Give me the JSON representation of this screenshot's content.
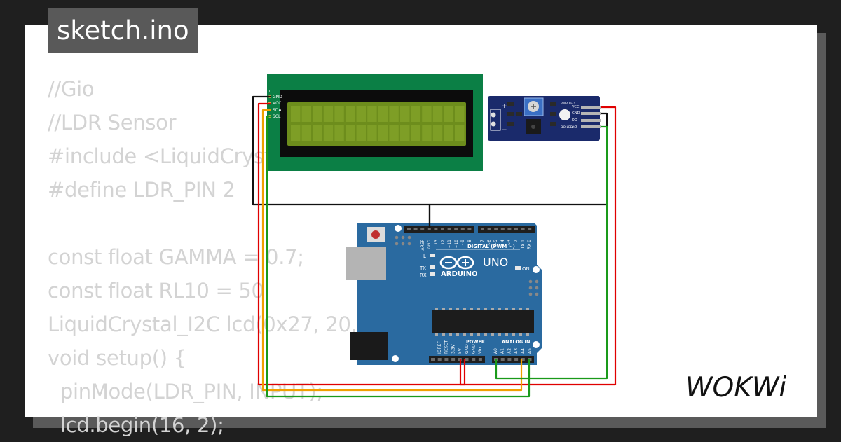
{
  "file_tab": {
    "label": "sketch.ino"
  },
  "code_lines": [
    "//Gio",
    "//LDR Sensor",
    "#include <LiquidCrystal_I2C.h>",
    "#define LDR_PIN 2",
    "",
    "const float GAMMA = 0.7;",
    "const float RL10 = 50;",
    "LiquidCrystal_I2C lcd(0x27, 20, 4);",
    "void setup() {",
    "  pinMode(LDR_PIN, INPUT);",
    "  lcd.begin(16, 2);"
  ],
  "lcd": {
    "pins": [
      "GND",
      "VCC",
      "SDA",
      "SCL"
    ],
    "pin_header_mark": "1"
  },
  "ldr_module": {
    "pins": [
      "VCC",
      "GND",
      "DO",
      "AO"
    ],
    "labels": [
      "PWR LED",
      "DO LED"
    ],
    "polarity": [
      "+",
      "−"
    ]
  },
  "arduino": {
    "brand": "ARDUINO",
    "model": "UNO",
    "digital_header_label": "DIGITAL (PWM ~)",
    "power_label": "POWER",
    "analog_label": "ANALOG IN",
    "led_labels": [
      "L",
      "TX",
      "RX",
      "ON"
    ],
    "digital_pins": [
      "AREF",
      "GND",
      "13",
      "12",
      "~11",
      "~10",
      "~9",
      "8",
      "7",
      "~6",
      "~5",
      "4",
      "~3",
      "2",
      "TX 1",
      "RX 0"
    ],
    "power_pins": [
      "IOREF",
      "RESET",
      "3.3V",
      "5V",
      "GND",
      "GND",
      "Vin"
    ],
    "analog_pins": [
      "A0",
      "A1",
      "A2",
      "A3",
      "A4",
      "A5"
    ]
  },
  "wire_colors": {
    "gnd": "#111111",
    "vcc": "#e00000",
    "sda": "#f0a000",
    "scl": "#1a9a1a"
  },
  "brand_logo": {
    "text": "WOKWi"
  }
}
